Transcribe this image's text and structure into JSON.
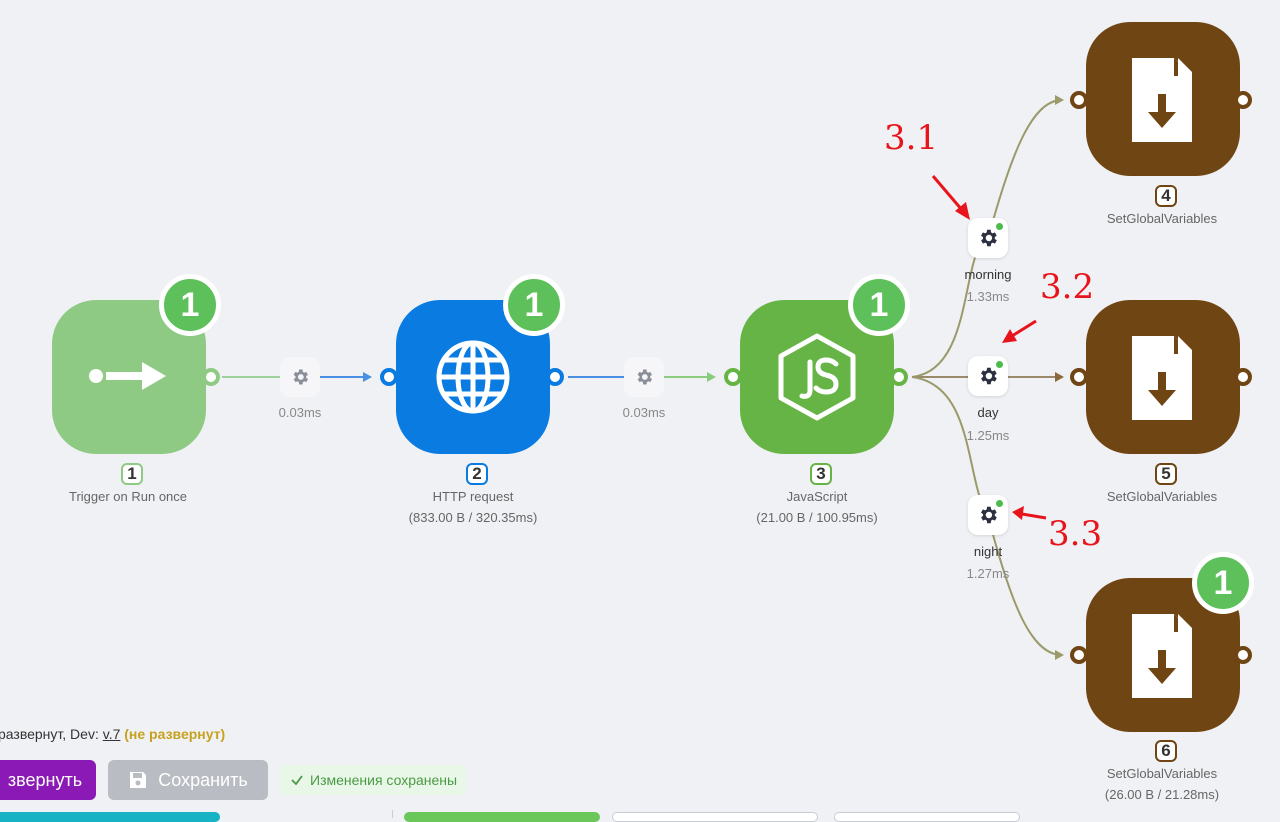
{
  "nodes": [
    {
      "id": "1",
      "label": "Trigger on Run once",
      "detail": "",
      "badge": "1",
      "color": "#8fca84",
      "icon": "arrow-right-icon"
    },
    {
      "id": "2",
      "label": "HTTP request",
      "detail": "(833.00 B / 320.35ms)",
      "badge": "1",
      "color": "#0a7be0",
      "icon": "globe-icon"
    },
    {
      "id": "3",
      "label": "JavaScript",
      "detail": "(21.00 B / 100.95ms)",
      "badge": "1",
      "color": "#67b446",
      "icon": "nodejs-icon"
    },
    {
      "id": "4",
      "label": "SetGlobalVariables",
      "detail": "",
      "badge": "",
      "color": "#6e4513",
      "icon": "file-download-icon"
    },
    {
      "id": "5",
      "label": "SetGlobalVariables",
      "detail": "",
      "badge": "",
      "color": "#6e4513",
      "icon": "file-download-icon"
    },
    {
      "id": "6",
      "label": "SetGlobalVariables",
      "detail": "(26.00 B / 21.28ms)",
      "badge": "1",
      "color": "#6e4513",
      "icon": "file-download-icon"
    }
  ],
  "links": [
    {
      "ms": "0.03ms"
    },
    {
      "ms": "0.03ms"
    }
  ],
  "routes": [
    {
      "name": "morning",
      "ms": "1.33ms"
    },
    {
      "name": "day",
      "ms": "1.25ms"
    },
    {
      "name": "night",
      "ms": "1.27ms"
    }
  ],
  "annotations": [
    "3.1",
    "3.2",
    "3.3"
  ],
  "footer": {
    "status_prefix": "развернут, Dev: ",
    "version": "v.7",
    "status_warning": "(не развернут)",
    "deploy_label": "звернуть",
    "save_label": "Сохранить",
    "saved_note": "Изменения сохранены"
  },
  "colors": {
    "green_badge": "#5dc05a",
    "annotation_red": "#e8141b",
    "deploy_purple": "#8a19b5"
  }
}
